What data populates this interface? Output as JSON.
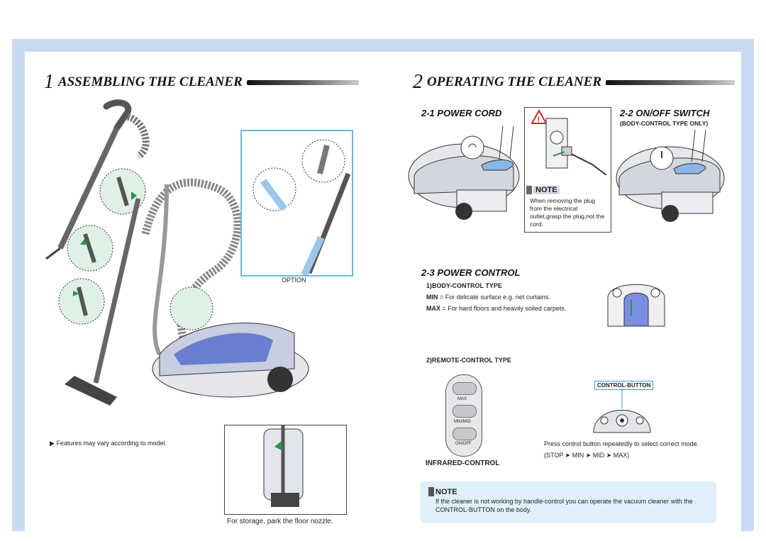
{
  "left": {
    "section_number": "1",
    "section_title": "ASSEMBLING THE CLEANER",
    "option_label": "OPTION",
    "features_note": "Features may vary according to model.",
    "storage_caption": "For storage, park the floor nozzle."
  },
  "right": {
    "section_number": "2",
    "section_title": "OPERATING THE CLEANER",
    "power_cord": {
      "title": "2-1 POWER CORD",
      "note_title": "NOTE",
      "note_text": "When removing the plug from the electrical outlet,grasp the plug,not the cord."
    },
    "onoff": {
      "title": "2-2 ON/OFF SWITCH",
      "subtitle": "(BODY-CONTROL TYPE ONLY)"
    },
    "power_control": {
      "title": "2-3 POWER CONTROL",
      "body_type": "1)BODY-CONTROL TYPE",
      "min_label": "MIN",
      "min_text": "= For delicate surface e.g. net curtains.",
      "max_label": "MAX",
      "max_text": "= For hard floors and heavily soiled carpets.",
      "remote_type": "2)REMOTE-CONTROL TYPE",
      "remote_buttons": [
        "MAX",
        "MIN/MID",
        "ON/OFF"
      ],
      "infrared_label": "INFRARED-CONTROL",
      "control_button_label": "CONTROL-BUTTON",
      "press_text": "Press control button repeatedly to select correct mode.",
      "sequence": "(STOP ➤ MIN ➤ MID ➤ MAX)"
    },
    "bottom_note": {
      "title": "NOTE",
      "text": "If the cleaner is not working by handle-control you can operate the vacuum cleaner with the CONTROL-BUTTON on the body."
    }
  },
  "colors": {
    "frame": "#c9d9f1",
    "accent_blue": "#4a63c9",
    "note_bg": "#dff0fa",
    "option_border": "#6ab7e8"
  }
}
